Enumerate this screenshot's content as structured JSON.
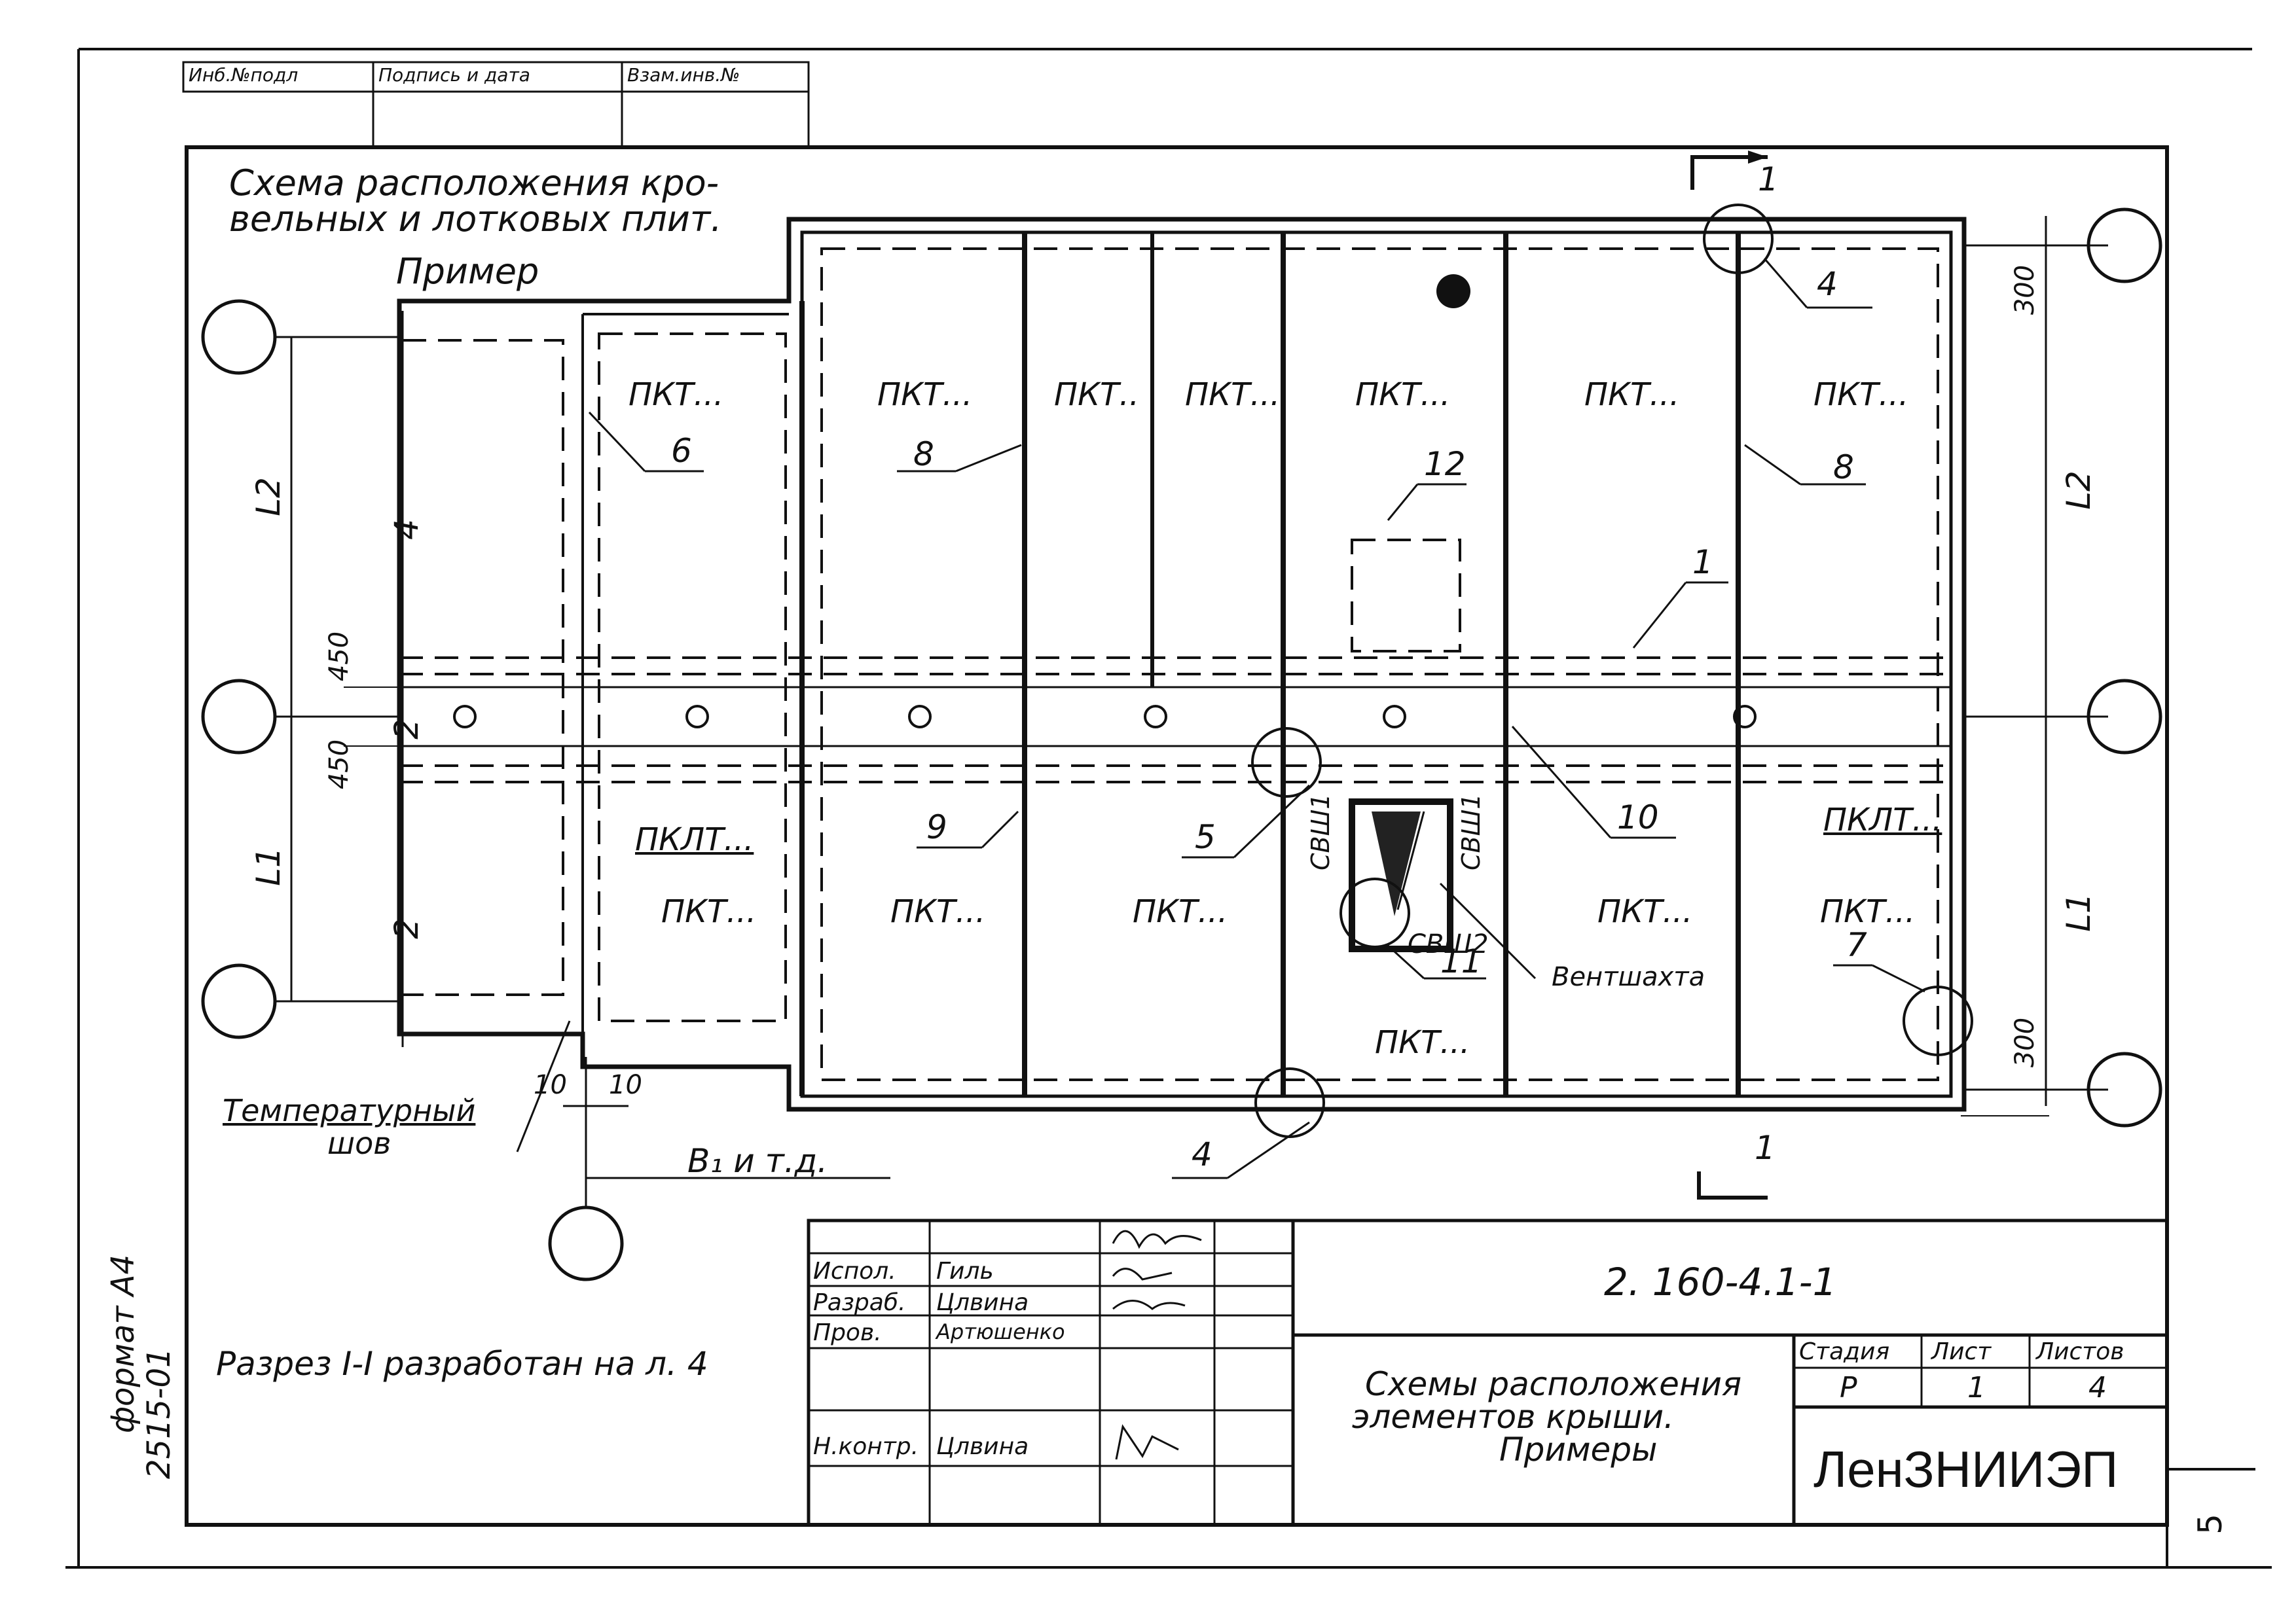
{
  "top_stamp": {
    "inv_no_label": "Инб.№подл",
    "signature_date_label": "Подпись и дата",
    "replace_inv_label": "Взам.инв.№"
  },
  "plan": {
    "title_line1": "Схема расположения кро-",
    "title_line2": "вельных и лотковых плит.",
    "example_label": "Пример",
    "plates": {
      "pkt": "ПКТ...",
      "pkt_short": "ПКТ..",
      "pklt": "ПКЛТ..."
    },
    "shaft_labels": {
      "svsh1_left": "СВШ1",
      "svsh1_right": "СВШ1",
      "svsh2": "СВШ2"
    },
    "vent_shaft_label": "Вентшахта",
    "temp_joint_label_line1": "Температурный",
    "temp_joint_label_line2": "шов",
    "bay_label": "В₁ и т.д.",
    "section_mark": "1",
    "callouts": {
      "c1": "1",
      "c4_top": "4",
      "c4_bottom": "4",
      "c5": "5",
      "c6": "6",
      "c7": "7",
      "c8_left": "8",
      "c8_right": "8",
      "c9": "9",
      "c10": "10",
      "c11": "11",
      "c12": "12"
    },
    "dims": {
      "l2_left": "L2",
      "l1_left": "L1",
      "l2_right": "L2",
      "l1_right": "L1",
      "d450_top": "450",
      "d450_bottom": "450",
      "d300_top": "300",
      "d300_bottom": "300",
      "d10_left": "10",
      "d10_right": "10",
      "bay_a": "4",
      "bay_b": "2",
      "bay_c": "2"
    }
  },
  "note": "Разрез I-I разработан на л. 4",
  "side_text": {
    "format": "формат А4",
    "code": "2515-01"
  },
  "title_block": {
    "rows": [
      {
        "role": "Испол.",
        "name": "Гиль"
      },
      {
        "role": "Разраб.",
        "name": "Цлвина"
      },
      {
        "role": "Пров.",
        "name": "Артюшенко"
      },
      {
        "role": "",
        "name": ""
      },
      {
        "role": "Н.контр.",
        "name": "Цлвина"
      }
    ],
    "doc_code": "2. 160-4.1-1",
    "sheet_title_line1": "Схемы расположения",
    "sheet_title_line2": "элементов крыши.",
    "sheet_title_line3": "Примеры",
    "stage_label": "Стадия",
    "sheet_label": "Лист",
    "sheets_label": "Листов",
    "stage": "Р",
    "sheet": "1",
    "sheets": "4",
    "org": "ЛенЗНИИЭП"
  },
  "page_number": "5"
}
